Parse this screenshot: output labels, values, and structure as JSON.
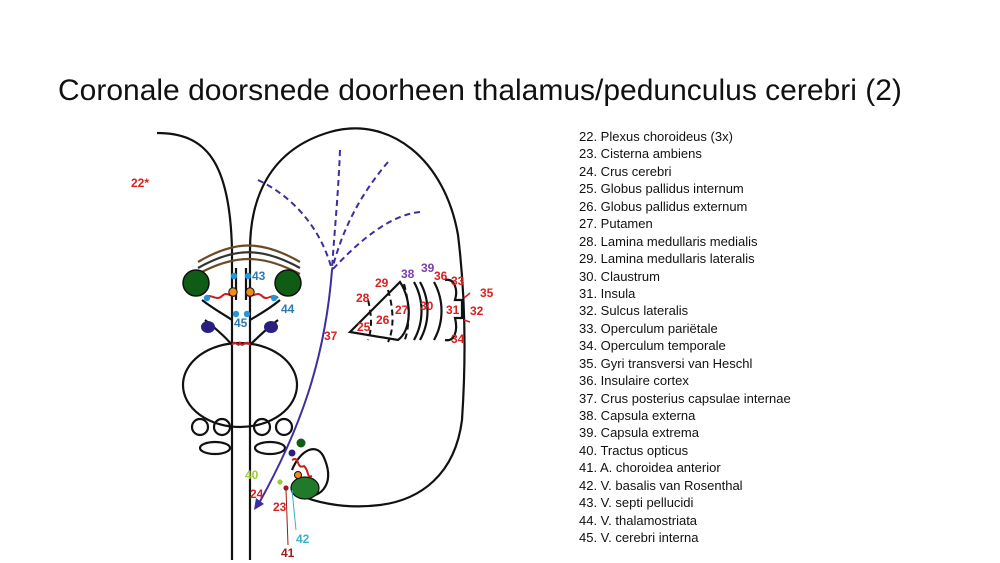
{
  "slide": {
    "title": "Coronale doorsnede doorheen thalamus/pedunculus cerebri (2)"
  },
  "colors": {
    "red_label": "#d92020",
    "purple_label": "#7a3fa8",
    "blue_label": "#2a7ab0",
    "green_label": "#9acd32",
    "cyan_label": "#3ab0c8",
    "darkred_label": "#a01818",
    "tract_line": "#3b2fa0",
    "ventricle_green": "#0f5c14",
    "dot_blue": "#2196d8",
    "dot_orange": "#f08c1a",
    "vessel_red": "#c82020",
    "indigo": "#2a1f80",
    "brown": "#7a4a20"
  },
  "diagram": {
    "labels": {
      "l22": "22*",
      "l23": "23",
      "l24": "24",
      "l25": "25",
      "l26": "26",
      "l27": "27",
      "l28": "28",
      "l29": "29",
      "l30": "30",
      "l31": "31",
      "l32": "32",
      "l33": "33",
      "l34": "34",
      "l35": "35",
      "l36": "36",
      "l37": "37",
      "l38": "38",
      "l39": "39",
      "l40": "40",
      "l41": "41",
      "l42": "42",
      "l43": "43",
      "l44": "44",
      "l45": "45"
    }
  },
  "legend": {
    "items": [
      "22. Plexus choroideus (3x)",
      "23. Cisterna ambiens",
      "24. Crus cerebri",
      "25. Globus pallidus internum",
      "26. Globus pallidus externum",
      "27. Putamen",
      "28. Lamina medullaris medialis",
      "29. Lamina medullaris lateralis",
      "30. Claustrum",
      "31. Insula",
      "32. Sulcus lateralis",
      "33. Operculum pariëtale",
      "34. Operculum temporale",
      "35. Gyri transversi van Heschl",
      "36. Insulaire cortex",
      "37. Crus posterius capsulae internae",
      "38. Capsula externa",
      "39. Capsula extrema",
      "40. Tractus opticus",
      "41. A. choroidea anterior",
      "42. V. basalis van Rosenthal",
      "43. V. septi pellucidi",
      "44. V. thalamostriata",
      "45. V. cerebri interna"
    ]
  }
}
